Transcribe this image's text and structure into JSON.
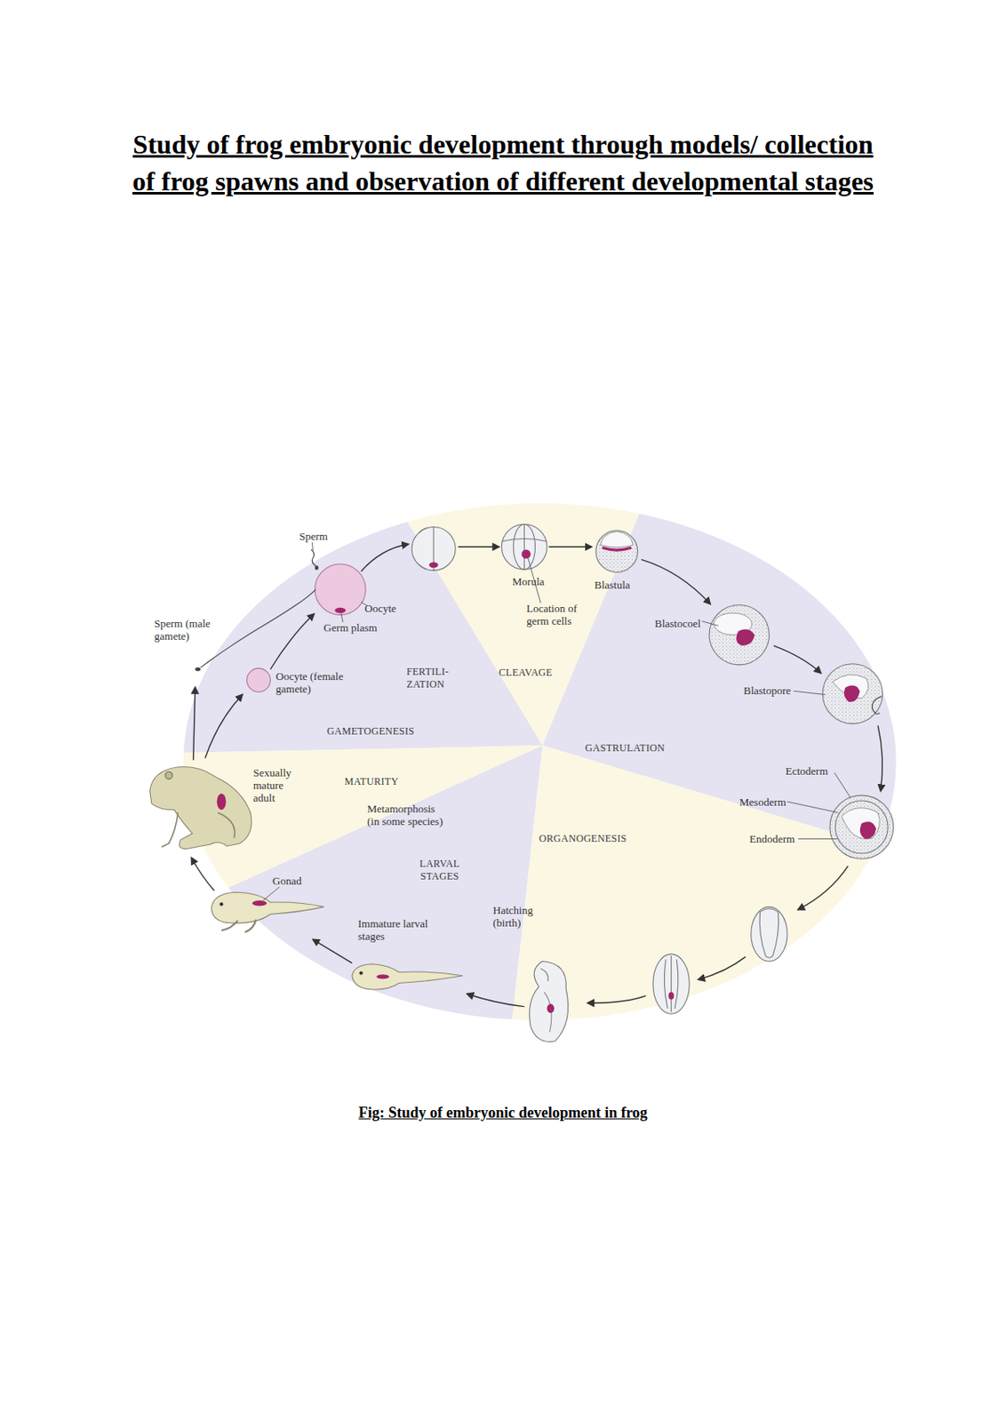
{
  "diagram": {
    "title": "Study of frog embryonic development through models/ collection of frog spawns and observation of different developmental stages",
    "caption": "Fig: Study of embryonic development in frog",
    "labels": [
      "Sperm",
      "Oocyte",
      "Germ plasm",
      "Sperm (male gamete)",
      "Oocyte (female gamete)",
      "FERTILI- ZATION",
      "Morula",
      "Blastula",
      "Location of germ cells",
      "CLEAVAGE",
      "Blastocoel",
      "Blastopore",
      "GASTRULATION",
      "Ectoderm",
      "Mesoderm",
      "Endoderm",
      "GAMETOGENESIS",
      "Sexually mature adult",
      "MATURITY",
      "Metamorphosis (in some species)",
      "ORGANOGENESIS",
      "LARVAL STAGES",
      "Gonad",
      "Hatching (birth)",
      "Immature larval stages"
    ]
  }
}
